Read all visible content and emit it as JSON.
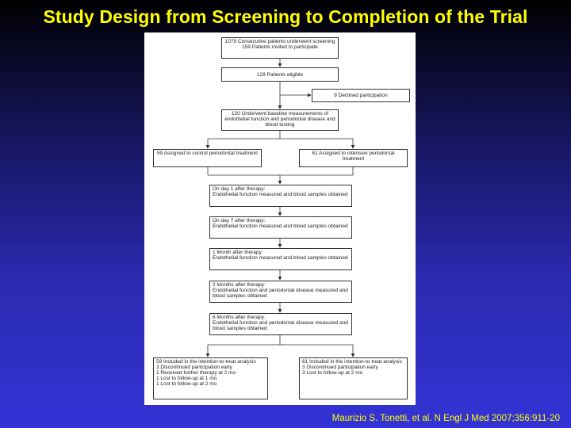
{
  "title": "Study Design from Screening to Completion of the Trial",
  "citation": "Maurizio S. Tonetti, et al. N Engl J Med 2007;356:911-20",
  "flowchart": {
    "screening": "1079 Consecutive patients underwent screening\n159 Patients invited to participate",
    "eligible": "129 Patients eligible",
    "declined": "9 Declined participation",
    "baseline": "120 Underwent baseline measurements of endothelial function and periodontal disease and blood testing",
    "control_arm": "59 Assigned to control periodontal treatment",
    "intensive_arm": "61 Assigned to intensive periodontal treatment",
    "day1": "On day 1 after therapy:\nEndothelial function measured and blood samples obtained",
    "day7": "On day 7 after therapy:\nEndothelial function measured and blood samples obtained",
    "month1": "1 Month after therapy:\nEndothelial function measured and blood samples obtained",
    "month2": "2 Months after therapy:\nEndothelial function and periodontal disease measured and blood samples obtained",
    "month6": "6 Months after therapy:\nEndothelial function and periodontal disease measured and blood samples obtained",
    "control_final": "59 Included in the intention-to-treat analysis\n3 Discontinued participation early\n1 Received further therapy at 2 mo\n1 Lost to follow-up at 1 mo\n1 Lost to follow-up at 2 mo",
    "intensive_final": "61 Included in the intention-to-treat analysis\n3 Discontinued participation early\n3 Lost to follow-up at 2 mo"
  },
  "colors": {
    "title": "#ffff00",
    "citation": "#ffff00",
    "line": "#333333"
  }
}
